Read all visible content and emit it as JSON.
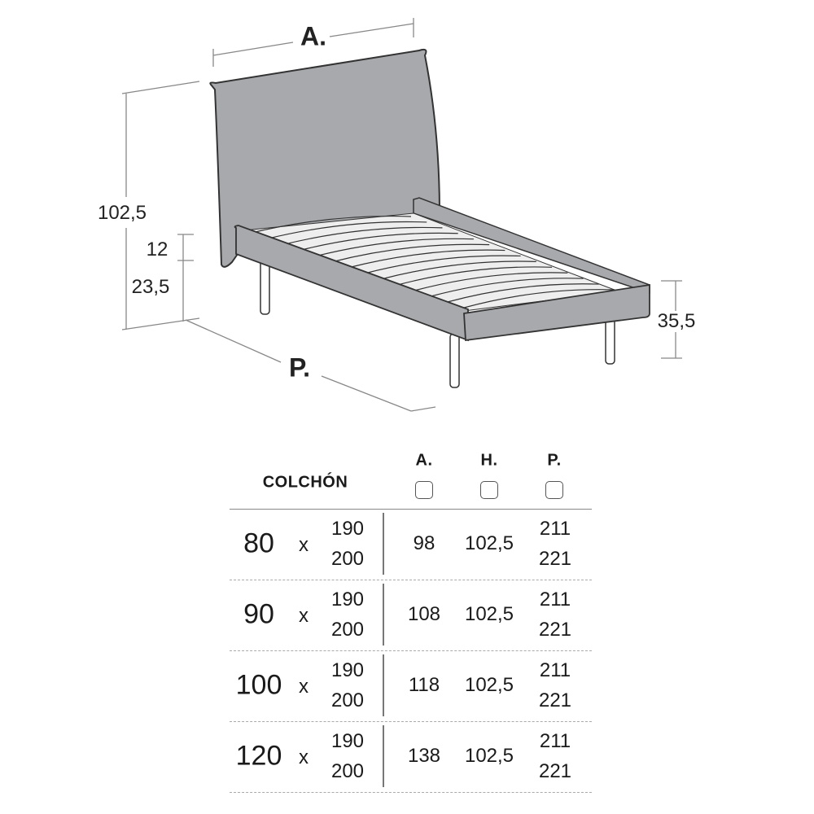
{
  "diagram": {
    "labels": {
      "width": "A.",
      "depth": "P.",
      "height_total": "102,5",
      "frame_height": "12",
      "leg_height": "23,5",
      "foot_height": "35,5"
    },
    "colors": {
      "upholstery": "#a7a9ac",
      "outline": "#333333",
      "dimension": "#888888"
    }
  },
  "table": {
    "header": {
      "mattress": "COLCHÓN",
      "cols": [
        "A.",
        "H.",
        "P."
      ]
    },
    "separator": "x",
    "rows": [
      {
        "width": "80",
        "lengths": [
          "190",
          "200"
        ],
        "A": "98",
        "H": "102,5",
        "P": [
          "211",
          "221"
        ]
      },
      {
        "width": "90",
        "lengths": [
          "190",
          "200"
        ],
        "A": "108",
        "H": "102,5",
        "P": [
          "211",
          "221"
        ]
      },
      {
        "width": "100",
        "lengths": [
          "190",
          "200"
        ],
        "A": "118",
        "H": "102,5",
        "P": [
          "211",
          "221"
        ]
      },
      {
        "width": "120",
        "lengths": [
          "190",
          "200"
        ],
        "A": "138",
        "H": "102,5",
        "P": [
          "211",
          "221"
        ]
      }
    ]
  }
}
